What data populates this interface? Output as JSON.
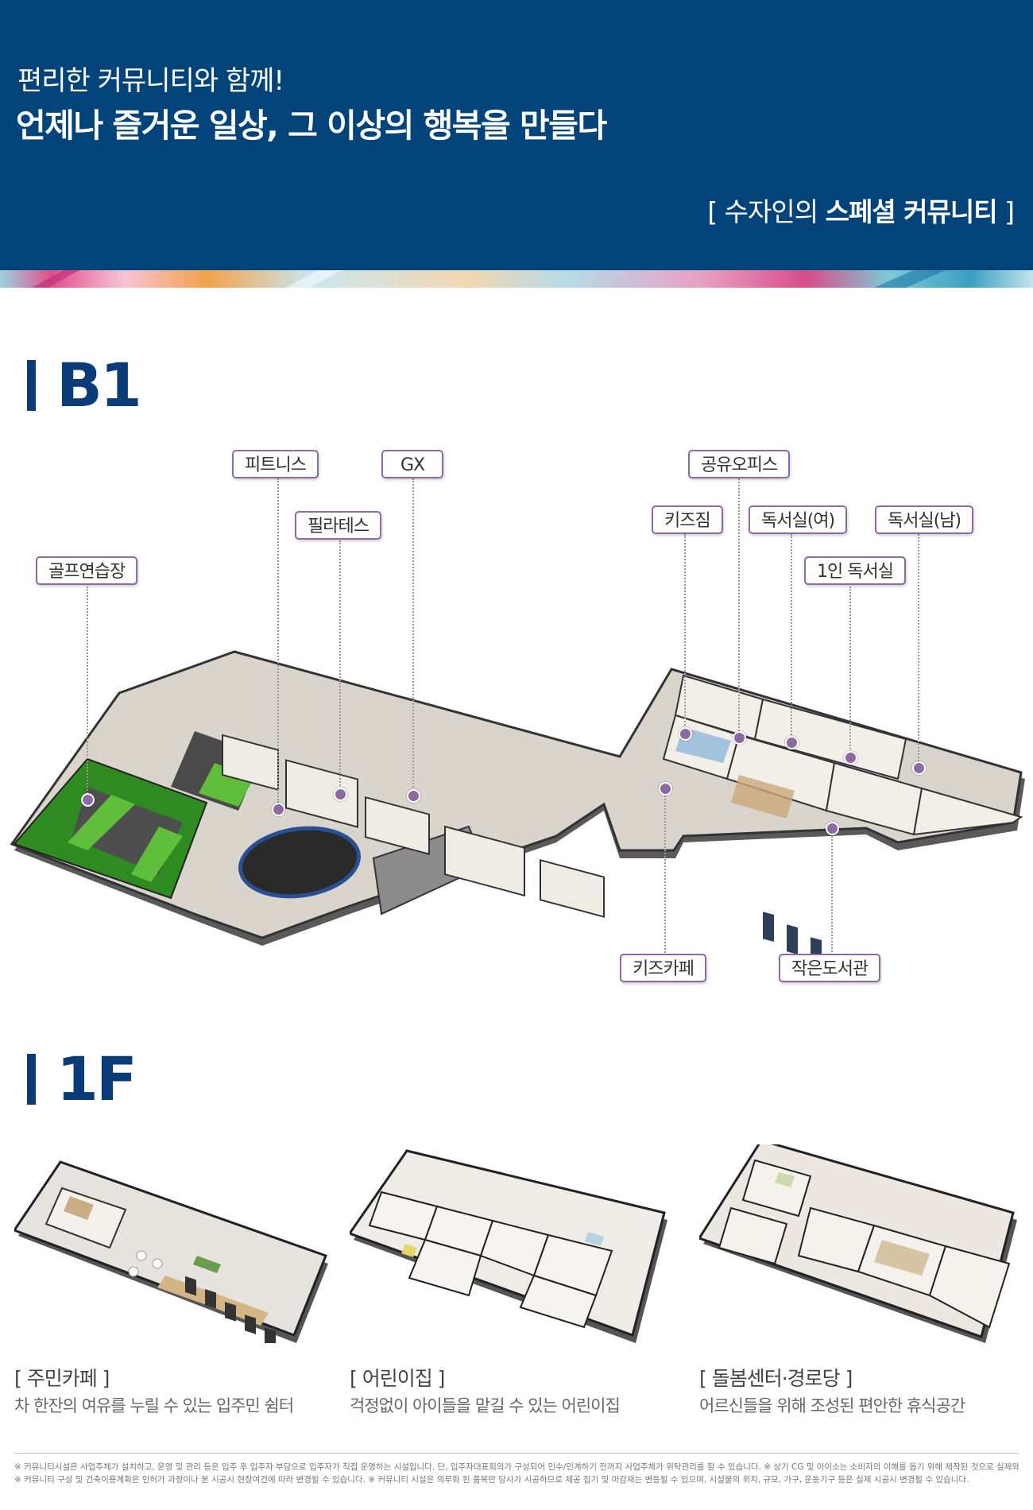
{
  "header": {
    "subtitle": "편리한 커뮤니티와 함께!",
    "title": "언제나 즐거운 일상, 그 이상의 행복을 만들다",
    "tag_prefix": "[ 수자인의 ",
    "tag_bold": "스페셜 커뮤니티",
    "tag_suffix": " ]"
  },
  "colors": {
    "header_bg": "#02447a",
    "accent": "#0a3d78",
    "label_border": "#8e6aa3",
    "golf_green": "#3f9b2e"
  },
  "b1": {
    "title": "B1",
    "labels": {
      "fitness": "피트니스",
      "gx": "GX",
      "pilates": "필라테스",
      "golf": "골프연습장",
      "share_office": "공유오피스",
      "kids_gym": "키즈짐",
      "reading_female": "독서실(여)",
      "reading_male": "독서실(남)",
      "single_reading": "1인 독서실",
      "kids_cafe": "키즈카페",
      "small_library": "작은도서관"
    }
  },
  "f1": {
    "title": "1F",
    "cards": [
      {
        "title": "[ 주민카페 ]",
        "desc": "차 한잔의 여유를 누릴 수 있는 입주민 쉼터"
      },
      {
        "title": "[ 어린이집 ]",
        "desc": "걱정없이 아이들을 맡길 수 있는 어린이집"
      },
      {
        "title": "[ 돌봄센터·경로당 ]",
        "desc": "어르신들을 위해 조성된 편안한 휴식공간"
      }
    ]
  },
  "notes": [
    "※ 커뮤니티시설은 사업주체가 설치하고, 운영 및 관리 등은 입주 후 입주자 부담으로 입주자가 직접 운영하는 시설입니다. 단, 입주자대표회의가 구성되어 인수/인계하기 전까지 사업주체가 위탁관리를 할 수 있습니다. ※ 상기 CG 및 아이소는 소비자의 이해를 돕기 위해 제작된 것으로 실제와 차이가 있을 수 있습니다.",
    "※ 커뮤니티 구성 및 건축이용계획은 인허가 과정이나 본 시공시 현장여건에 따라 변경될 수 있습니다. ※ 커뮤니티 시설은 의무화 된 품목만 당사가 시공하므로 제공 집기 및 마감재는 변동될 수 있으며, 시설물의 위치, 규모, 가구, 운동기구 등은 실제 시공시 변경될 수 있습니다."
  ]
}
